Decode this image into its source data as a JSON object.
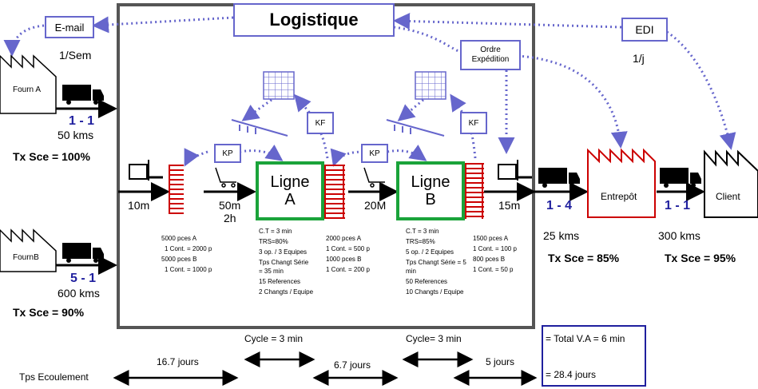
{
  "title": "Logistique",
  "info_boxes": {
    "email": "E-mail",
    "edi": "EDI",
    "ordre": "Ordre Expédition"
  },
  "suppliers": {
    "a": {
      "label": "Fourn A",
      "freq": "1/Sem",
      "ratio": "1 - 1",
      "distance": "50 kms",
      "service": "Tx Sce = 100%"
    },
    "b": {
      "label": "FournB",
      "ratio": "5 - 1",
      "distance": "600 kms",
      "service": "Tx Sce = 90%"
    }
  },
  "edi_freq": "1/j",
  "kanban": {
    "kp1": "KP",
    "kp2": "KP",
    "kf1": "KF",
    "kf2": "KF"
  },
  "flow_labels": {
    "in": "10m",
    "mid1_a": "50m",
    "mid1_b": "2h",
    "mid2": "20M",
    "out": "15m"
  },
  "ligne_a": {
    "label": "Ligne A",
    "specs": [
      "C.T = 3 min",
      "TRS=80%",
      "3 op.   / 3 Equipes",
      "Tps Changt Série",
      "= 35 min",
      "15 References",
      "2 Changts / Equipe"
    ]
  },
  "ligne_b": {
    "label": "Ligne B",
    "specs": [
      "C.T = 3 min",
      "TRS=85%",
      "5 op.  / 2 Equipes",
      "Tps Changt Série = 5",
      "min",
      "50 References",
      "10 Changts / Equipe"
    ]
  },
  "stock_1": [
    "5000 pces A",
    "1 Cont. = 2000 p",
    "5000 pces B",
    "1 Cont. = 1000 p"
  ],
  "stock_2": [
    "2000 pces A",
    "1 Cont. = 500 p",
    "1000 pces B",
    "1 Cont. = 200 p"
  ],
  "stock_3": [
    "1500 pces A",
    "1 Cont. = 100 p",
    "800 pces B",
    "1 Cont. = 50 p"
  ],
  "warehouse": {
    "label": "Entrepôt",
    "ratio": "1 - 4",
    "distance": "25 kms",
    "service": "Tx Sce = 85%"
  },
  "client": {
    "label": "Client",
    "ratio": "1 - 1",
    "distance": "300 kms",
    "service": "Tx Sce = 95%"
  },
  "timeline": {
    "label": "Tps Ecoulement",
    "cycle_a": "Cycle = 3 min",
    "cycle_b": "Cycle= 3 min",
    "d1": "16.7 jours",
    "d2": "6.7 jours",
    "d3": "5 jours"
  },
  "summary": {
    "va": "= Total V.A = 6 min",
    "total": "= 28.4 jours"
  },
  "colors": {
    "accent": "#6666cc",
    "ligne": "#1aa33a",
    "stock": "#cc0000",
    "ratio": "#1f1f9e",
    "frame": "#555555"
  }
}
